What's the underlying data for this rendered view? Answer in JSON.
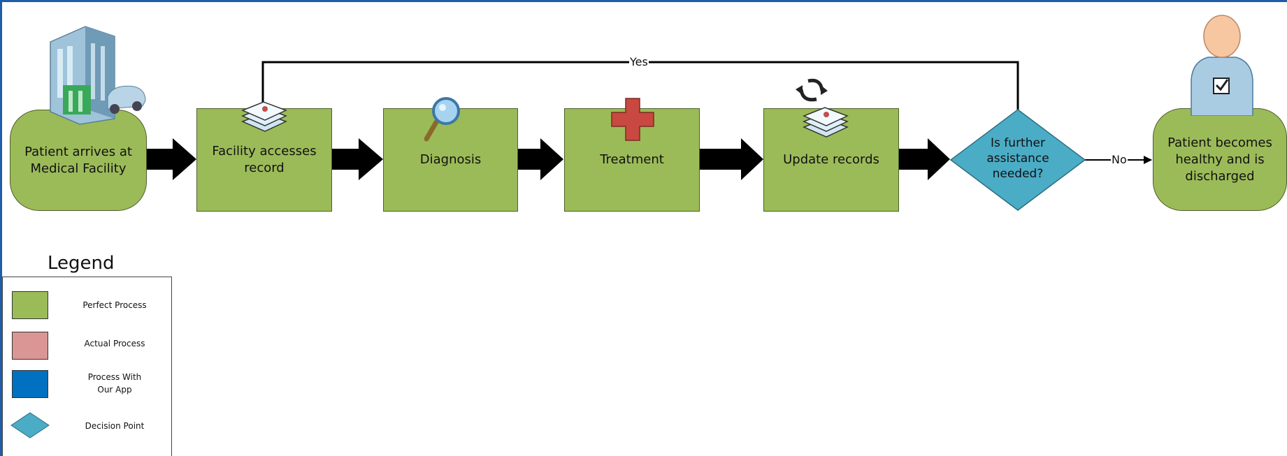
{
  "flow": {
    "start": "Patient arrives at\nMedical Facility",
    "access": "Facility accesses\nrecord",
    "diagnosis": "Diagnosis",
    "treatment": "Treatment",
    "update": "Update records",
    "decision": "Is further\nassistance\nneeded?",
    "end": "Patient becomes\nhealthy and is\ndischarged",
    "yes_label": "Yes",
    "no_label": "No"
  },
  "legend": {
    "title": "Legend",
    "items": [
      {
        "label": "Perfect Process",
        "color": "#9bbb59"
      },
      {
        "label": "Actual Process",
        "color": "#d99694"
      },
      {
        "label": "Process With\nOur App",
        "color": "#0070c0"
      },
      {
        "label": "Decision Point",
        "color": "#4bacc6"
      }
    ]
  },
  "colors": {
    "process": "#9bbb59",
    "decision": "#4bacc6",
    "frame": "#1f5da8"
  },
  "icons": [
    "hospital-building-icon",
    "documents-icon",
    "magnifier-icon",
    "red-cross-icon",
    "refresh-documents-icon",
    "patient-checkmark-icon"
  ]
}
